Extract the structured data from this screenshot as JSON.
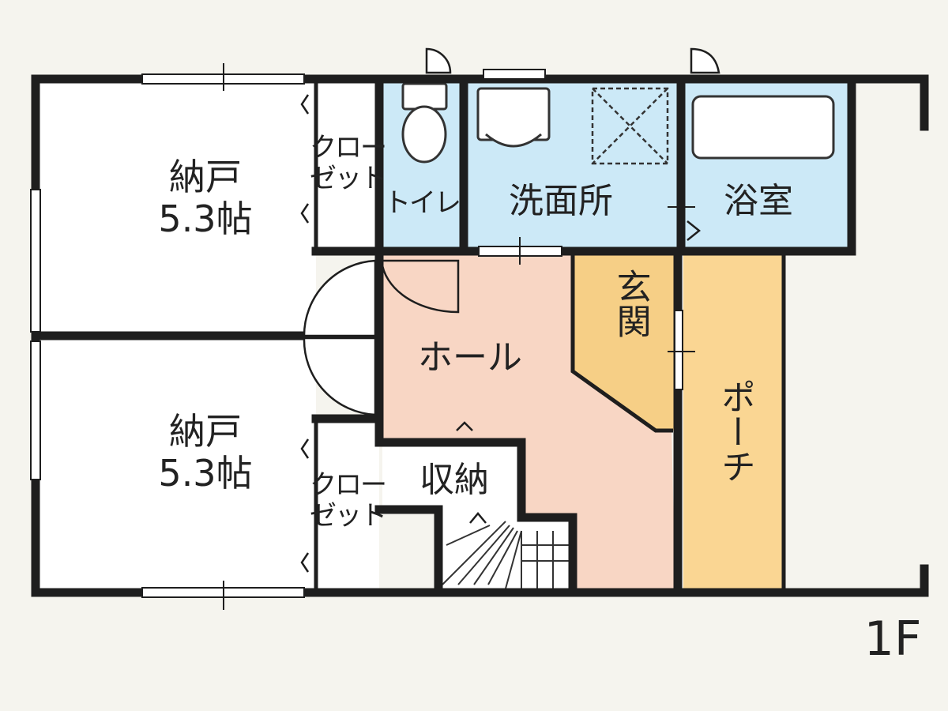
{
  "floor": "1F",
  "rooms": {
    "nando_top": {
      "name": "納戸",
      "size": "5.3帖"
    },
    "nando_bottom": {
      "name": "納戸",
      "size": "5.3帖"
    },
    "closet_top": {
      "line1": "クロー",
      "line2": "ゼット"
    },
    "closet_bottom": {
      "line1": "クロー",
      "line2": "ゼット"
    },
    "toilet": "トイレ",
    "washroom": "洗面所",
    "bath": "浴室",
    "hall": "ホール",
    "entrance": "玄関",
    "porch": "ポーチ",
    "storage": "収納"
  },
  "colors": {
    "wet_area": "#cce9f7",
    "hall": "#f8d6c4",
    "entrance": "#f6cf86",
    "porch": "#fad693",
    "wall": "#1e1e1e",
    "background": "#f5f4ee"
  }
}
